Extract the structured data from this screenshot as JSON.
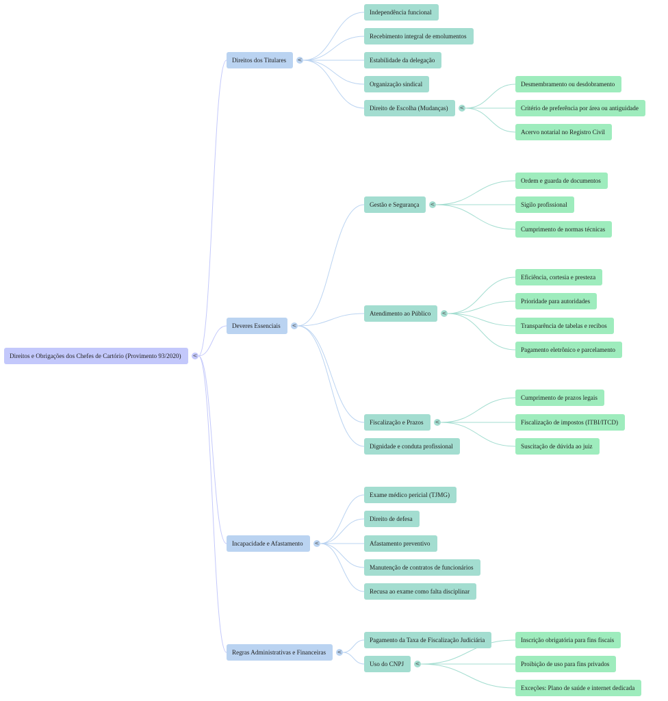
{
  "mindmap": {
    "colors": {
      "root_fill": "#c3c8fb",
      "level1_fill": "#bad3f1",
      "level2_fill": "#a3ddd0",
      "level3_fill": "#9eecbd",
      "root_edge": "#c3c8fb",
      "level1_edge": "#bad3f1",
      "level2_edge": "#a3ddd0"
    },
    "toggle_glyph": "<",
    "root": {
      "id": "root",
      "label": "Direitos e Obrigações dos Chefes de Cartório (Provimento 93/2020)",
      "children": [
        {
          "id": "direitos-titulares",
          "label": "Direitos dos Titulares",
          "children": [
            {
              "id": "independencia",
              "label": "Independência funcional"
            },
            {
              "id": "recebimento",
              "label": "Recebimento integral de emolumentos"
            },
            {
              "id": "estabilidade",
              "label": "Estabilidade da delegação"
            },
            {
              "id": "organizacao",
              "label": "Organização sindical"
            },
            {
              "id": "direito-escolha",
              "label": "Direito de Escolha (Mudanças)",
              "children": [
                {
                  "id": "desmembramento",
                  "label": "Desmembramento ou desdobramento"
                },
                {
                  "id": "criterio",
                  "label": "Critério de preferência por área ou antiguidade"
                },
                {
                  "id": "acervo",
                  "label": "Acervo notarial no Registro Civil"
                }
              ]
            }
          ]
        },
        {
          "id": "deveres-essenciais",
          "label": "Deveres Essenciais",
          "children": [
            {
              "id": "gestao-seguranca",
              "label": "Gestão e Segurança",
              "children": [
                {
                  "id": "ordem-guarda",
                  "label": "Ordem e guarda de documentos"
                },
                {
                  "id": "sigilo",
                  "label": "Sigilo profissional"
                },
                {
                  "id": "normas-tecnicas",
                  "label": "Cumprimento de normas técnicas"
                }
              ]
            },
            {
              "id": "atendimento-publico",
              "label": "Atendimento ao Público",
              "children": [
                {
                  "id": "eficiencia",
                  "label": "Eficiência, cortesia e presteza"
                },
                {
                  "id": "prioridade",
                  "label": "Prioridade para autoridades"
                },
                {
                  "id": "transparencia",
                  "label": "Transparência de tabelas e recibos"
                },
                {
                  "id": "pagamento-eletronico",
                  "label": "Pagamento eletrônico e parcelamento"
                }
              ]
            },
            {
              "id": "fiscalizacao-prazos",
              "label": "Fiscalização e Prazos",
              "children": [
                {
                  "id": "prazos-legais",
                  "label": "Cumprimento de prazos legais"
                },
                {
                  "id": "impostos",
                  "label": "Fiscalização de impostos (ITBI/ITCD)"
                },
                {
                  "id": "suscitacao",
                  "label": "Suscitação de dúvida ao juiz"
                }
              ]
            },
            {
              "id": "dignidade",
              "label": "Dignidade e conduta profissional"
            }
          ]
        },
        {
          "id": "incapacidade",
          "label": "Incapacidade e Afastamento",
          "children": [
            {
              "id": "exame-medico",
              "label": "Exame médico pericial (TJMG)"
            },
            {
              "id": "direito-defesa",
              "label": "Direito de defesa"
            },
            {
              "id": "afastamento-preventivo",
              "label": "Afastamento preventivo"
            },
            {
              "id": "manutencao-contratos",
              "label": "Manutenção de contratos de funcionários"
            },
            {
              "id": "recusa-exame",
              "label": "Recusa ao exame como falta disciplinar"
            }
          ]
        },
        {
          "id": "regras-admin",
          "label": "Regras Administrativas e Financeiras",
          "children": [
            {
              "id": "taxa-fiscalizacao",
              "label": "Pagamento da Taxa de Fiscalização Judiciária"
            },
            {
              "id": "uso-cnpj",
              "label": "Uso do CNPJ",
              "children": [
                {
                  "id": "inscricao",
                  "label": "Inscrição obrigatória para fins fiscais"
                },
                {
                  "id": "proibicao",
                  "label": "Proibição de uso para fins privados"
                },
                {
                  "id": "excecoes",
                  "label": "Exceções: Plano de saúde e internet dedicada"
                }
              ]
            }
          ]
        }
      ]
    }
  }
}
